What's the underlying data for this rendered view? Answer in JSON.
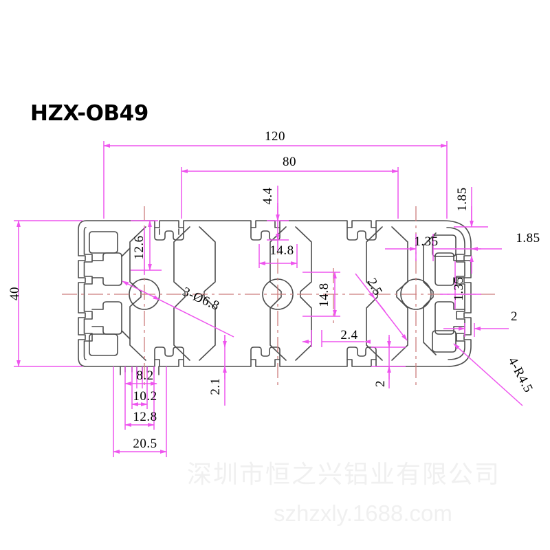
{
  "drawing": {
    "title": "HZX-OB49",
    "type": "aluminium-extrusion-cross-section",
    "colors": {
      "outline": "#4d4d4d",
      "dimension": "#ee55ee",
      "centerline": "#cc7c7c",
      "text": "#000000",
      "watermark": "#f0f0f0",
      "background": "#ffffff"
    }
  },
  "watermark": {
    "company": "深圳市恒之兴铝业有限公司",
    "url": "szhzxly.1688.com"
  },
  "dimensions": {
    "overall_width": "120",
    "inner_width": "80",
    "overall_height": "40",
    "top_slot_depth": "4.4",
    "top_wall_12_6": "12.6",
    "slot_mouth_14_8_h": "14.8",
    "slot_mouth_14_8_v": "14.8",
    "hole_callout": "3-Ø6.8",
    "rib_2_5": "2.5",
    "rib_2_4": "2.4",
    "bottom_rib_2": "2",
    "bottom_wall_2_1": "2.1",
    "right_1_35_h": "1.35",
    "right_1_35_v": "1.35",
    "right_1_85_v": "1.85",
    "right_1_85_h": "1.85",
    "right_wall_2": "2",
    "corner_radius": "4-R4.5",
    "bottom_slot_8_2": "8.2",
    "bottom_slot_10_2": "10.2",
    "bottom_slot_12_8": "12.8",
    "bottom_slot_20_5": "20.5"
  }
}
